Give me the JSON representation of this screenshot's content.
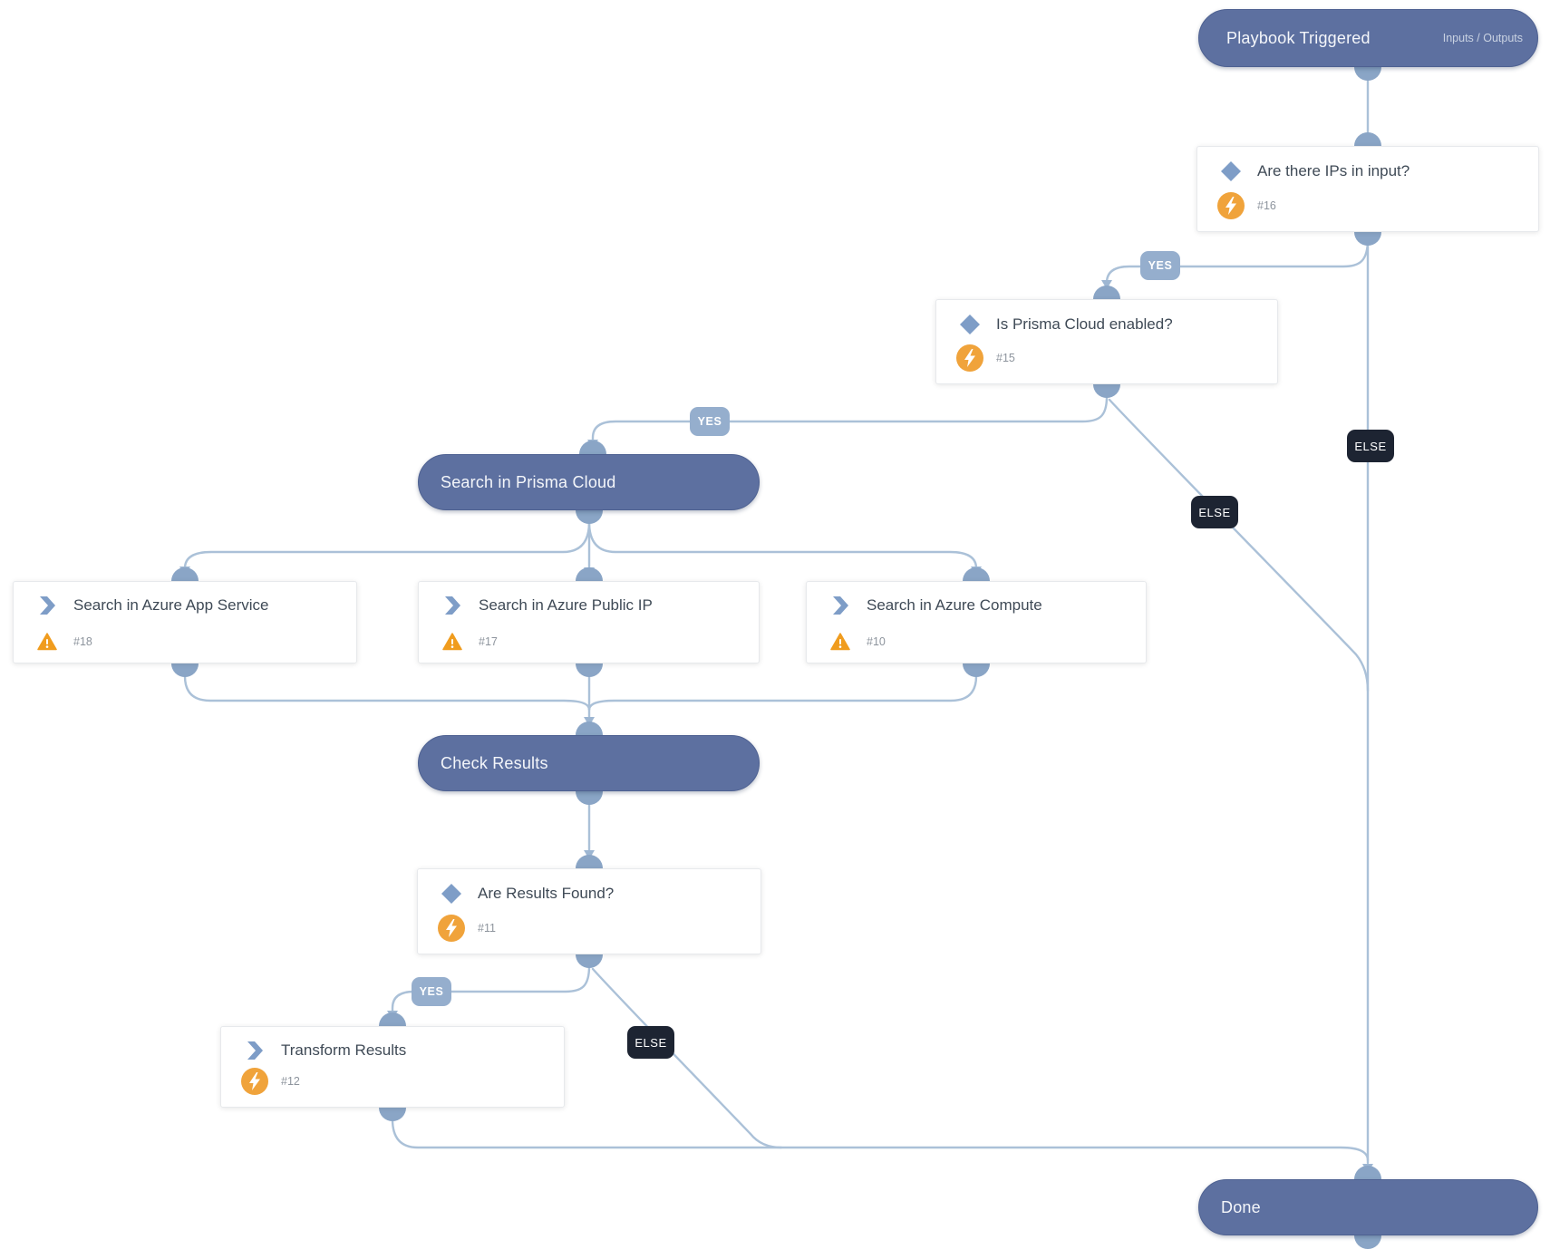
{
  "playbook": {
    "nodes": {
      "playbook_triggered": {
        "label": "Playbook Triggered",
        "action": "Inputs / Outputs"
      },
      "are_there_ips_in_input": {
        "title": "Are there IPs in input?",
        "task_id": "#16"
      },
      "is_prisma_cloud_enabled": {
        "title": "Is Prisma Cloud enabled?",
        "task_id": "#15"
      },
      "search_in_prisma_cloud": {
        "label": "Search in Prisma Cloud"
      },
      "search_in_azure_app_service": {
        "title": "Search in Azure App Service",
        "task_id": "#18"
      },
      "search_in_azure_public_ip": {
        "title": "Search in Azure Public IP",
        "task_id": "#17"
      },
      "search_in_azure_compute": {
        "title": "Search in Azure Compute",
        "task_id": "#10"
      },
      "check_results": {
        "label": "Check Results"
      },
      "are_results_found": {
        "title": "Are Results Found?",
        "task_id": "#11"
      },
      "transform_results": {
        "title": "Transform Results",
        "task_id": "#12"
      },
      "done": {
        "label": "Done"
      }
    },
    "edge_labels": {
      "yes": "YES",
      "else": "ELSE"
    },
    "colors": {
      "section_pill": "#5d70a0",
      "connector_line": "#abc1d8",
      "connector_dome": "#8aa5c6",
      "yes_badge": "#95aecd",
      "else_badge": "#1d2432",
      "condition_icon": "#7e9dc7",
      "automation_icon": "#f0a33b",
      "warning_icon": "#f09c1e"
    }
  }
}
